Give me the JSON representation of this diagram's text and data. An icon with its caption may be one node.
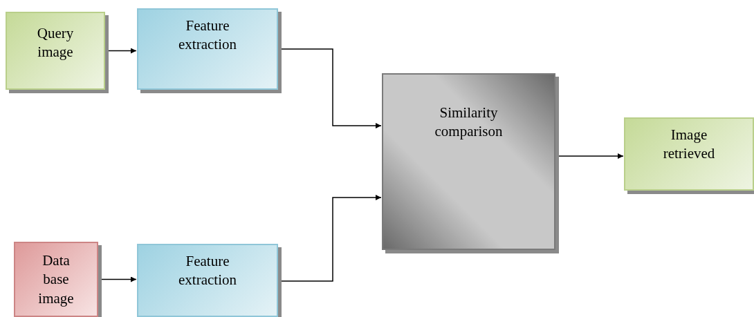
{
  "diagram": {
    "nodes": [
      {
        "text": [
          "Query image"
        ]
      },
      {
        "text": [
          "Feature extraction"
        ]
      },
      {
        "text": [
          "Similarity comparison"
        ]
      },
      {
        "text": [
          "Image retrieved"
        ]
      },
      {
        "text": [
          "Data base image"
        ]
      },
      {
        "text": [
          "Feature extraction"
        ]
      }
    ],
    "edges": [
      {
        "from": 0,
        "to": 1,
        "arrow": "to"
      },
      {
        "from": 1,
        "to": 2,
        "arrow": "to"
      },
      {
        "from": 2,
        "to": 3,
        "arrow": "to"
      },
      {
        "from": 4,
        "to": 5,
        "arrow": "to"
      },
      {
        "from": 5,
        "to": 2,
        "arrow": "to"
      }
    ]
  }
}
